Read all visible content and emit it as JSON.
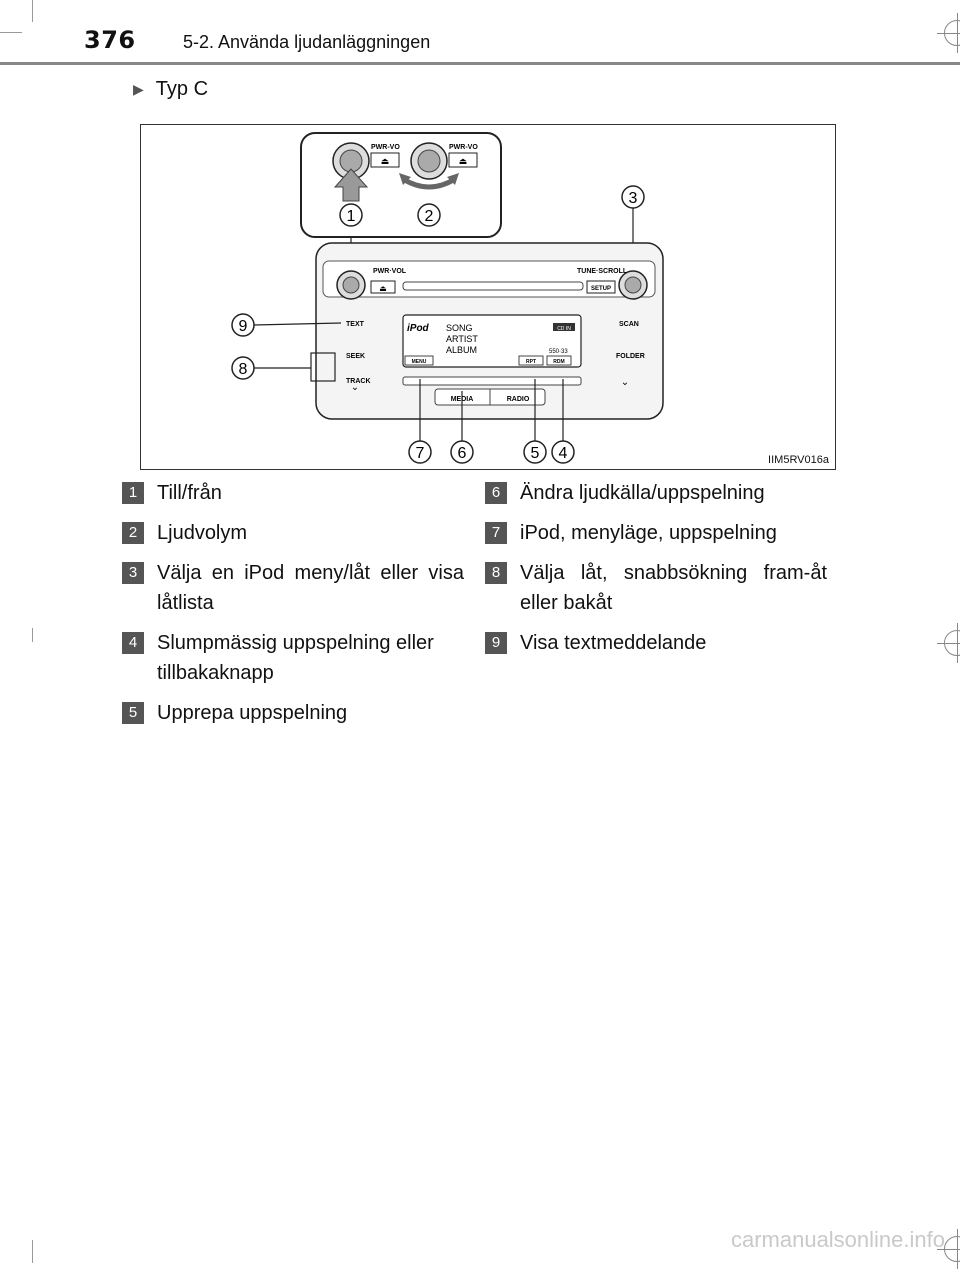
{
  "header": {
    "page_number": "376",
    "chapter": "5-2. Använda ljudanläggningen"
  },
  "subheading": "Typ C",
  "figure": {
    "code": "IIM5RV016a",
    "inset_labels": {
      "knob_a": "PWR-VO",
      "knob_b": "PWR-VO"
    },
    "panel_labels": {
      "pwr_vol": "PWR·VOL",
      "tune_scroll": "TUNE·SCROLL",
      "setup": "SETUP",
      "text": "TEXT",
      "seek": "SEEK",
      "track": "TRACK",
      "scan": "SCAN",
      "folder": "FOLDER",
      "media": "MEDIA",
      "radio": "RADIO"
    },
    "display": {
      "ipod": "iPod",
      "song": "SONG",
      "artist": "ARTIST",
      "album": "ALBUM",
      "cd_in": "CD IN",
      "time": "550·33",
      "menu": "MENU",
      "rpt": "RPT",
      "rdm": "RDM"
    },
    "callouts": [
      "1",
      "2",
      "3",
      "9",
      "8",
      "7",
      "6",
      "5",
      "4"
    ]
  },
  "legend_left": [
    {
      "num": "1",
      "text": "Till/från"
    },
    {
      "num": "2",
      "text": "Ljudvolym"
    },
    {
      "num": "3",
      "text": "Välja en iPod meny/låt eller visa låtlista"
    },
    {
      "num": "4",
      "text": "Slumpmässig uppspelning eller tillbakaknapp"
    },
    {
      "num": "5",
      "text": "Upprepa uppspelning"
    }
  ],
  "legend_right": [
    {
      "num": "6",
      "text": "Ändra ljudkälla/uppspelning"
    },
    {
      "num": "7",
      "text": "iPod, menyläge, uppspelning"
    },
    {
      "num": "8",
      "text": "Välja låt, snabbsökning fram-åt eller bakåt"
    },
    {
      "num": "9",
      "text": "Visa textmeddelande"
    }
  ],
  "footer": "carmanualsonline.info"
}
